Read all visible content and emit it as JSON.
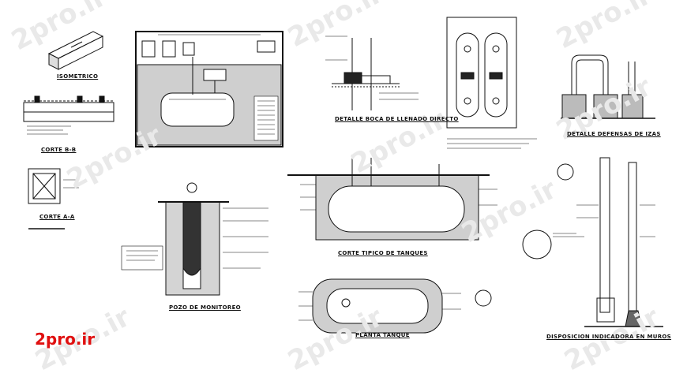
{
  "watermark": "2pro.ir",
  "brand": {
    "text": "2pro.ir",
    "color": "#e01010"
  },
  "titles": {
    "isometrico": "ISOMETRICO",
    "corte_bb": "CORTE B-B",
    "corte_aa": "CORTE A-A",
    "detalle_boca": "DETALLE BOCA DE LLENADO DIRECTO",
    "detalle_defensas": "DETALLE DEFENSAS DE IZAS",
    "corte_tipico": "CORTE TIPICO DE TANQUES",
    "pozo": "POZO DE MONITOREO",
    "planta_tanque": "PLANTA TANQUE",
    "disposicion": "DISPOSICION INDICADORA EN MUROS"
  },
  "colors": {
    "line": "#111111",
    "fill_dark": "#2a2a2a",
    "hatch": "#555555"
  }
}
